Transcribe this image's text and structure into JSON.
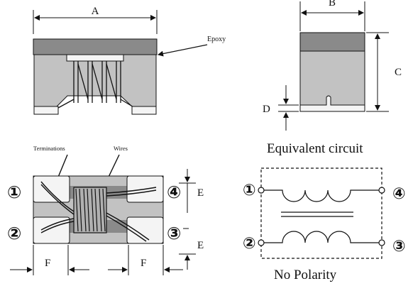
{
  "dimensions": {
    "a": "A",
    "b": "B",
    "c": "C",
    "d": "D",
    "e_top": "E",
    "e_bottom": "E",
    "f_left": "F",
    "f_right": "F"
  },
  "callouts": {
    "epoxy": "Epoxy",
    "terminations": "Terminations",
    "wires": "Wires"
  },
  "pins": {
    "p1": "①",
    "p2": "②",
    "p3": "③",
    "p4": "④",
    "c1": "①",
    "c2": "②",
    "c3": "③",
    "c4": "④"
  },
  "circuit": {
    "title": "Equivalent circuit",
    "caption": "No Polarity"
  },
  "colors": {
    "body": "#c2c2c2",
    "epoxy": "#8a8a8a",
    "terminal": "#f4f4f4",
    "line": "#111111"
  }
}
